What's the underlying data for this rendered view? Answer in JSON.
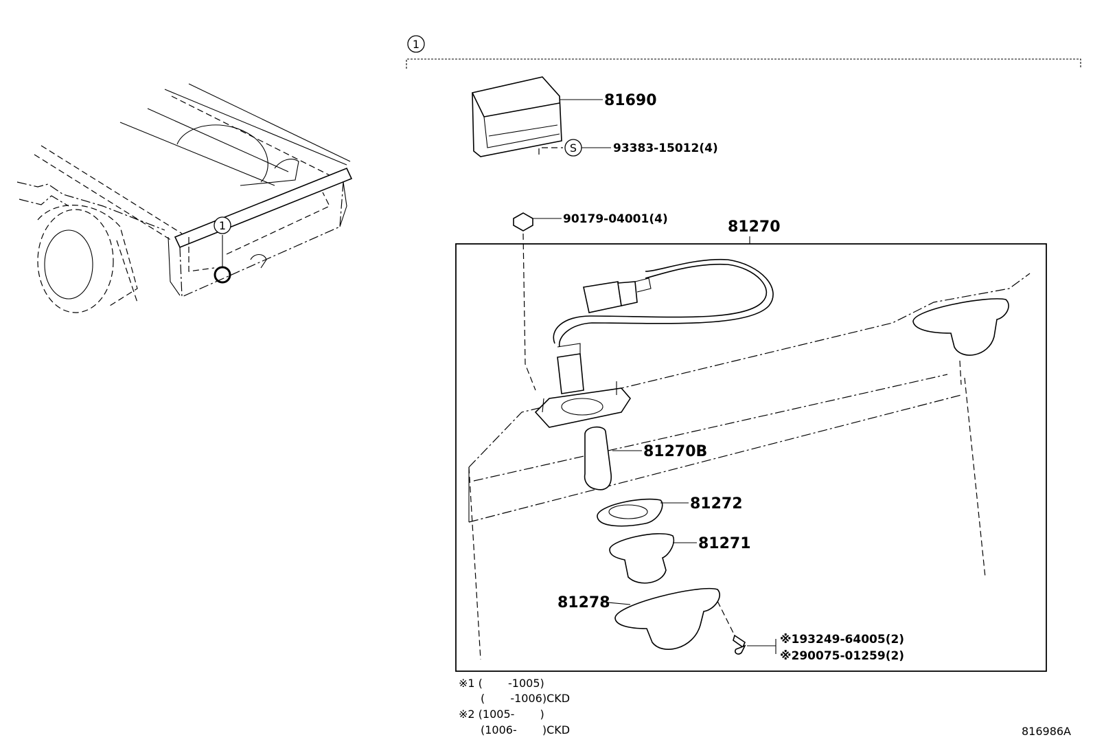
{
  "callout_marker": "1",
  "callout_shim_marker": "S",
  "parts": {
    "cover": "81690",
    "screw_cover": "93383-15012(4)",
    "nut": "90179-04001(4)",
    "lamp_assy": "81270",
    "bulb": "81270B",
    "gasket": "81272",
    "lens": "81271",
    "housing": "81278",
    "screw1": "※193249-64005(2)",
    "screw2": "※290075-01259(2)"
  },
  "notes": {
    "n1_a": "※1 (　　 -1005)",
    "n1_b": "(　　 -1006)CKD",
    "n2_a": "※2 (1005-　　 )",
    "n2_b": "(1006-　　 )CKD"
  },
  "figure_id": "816986A"
}
